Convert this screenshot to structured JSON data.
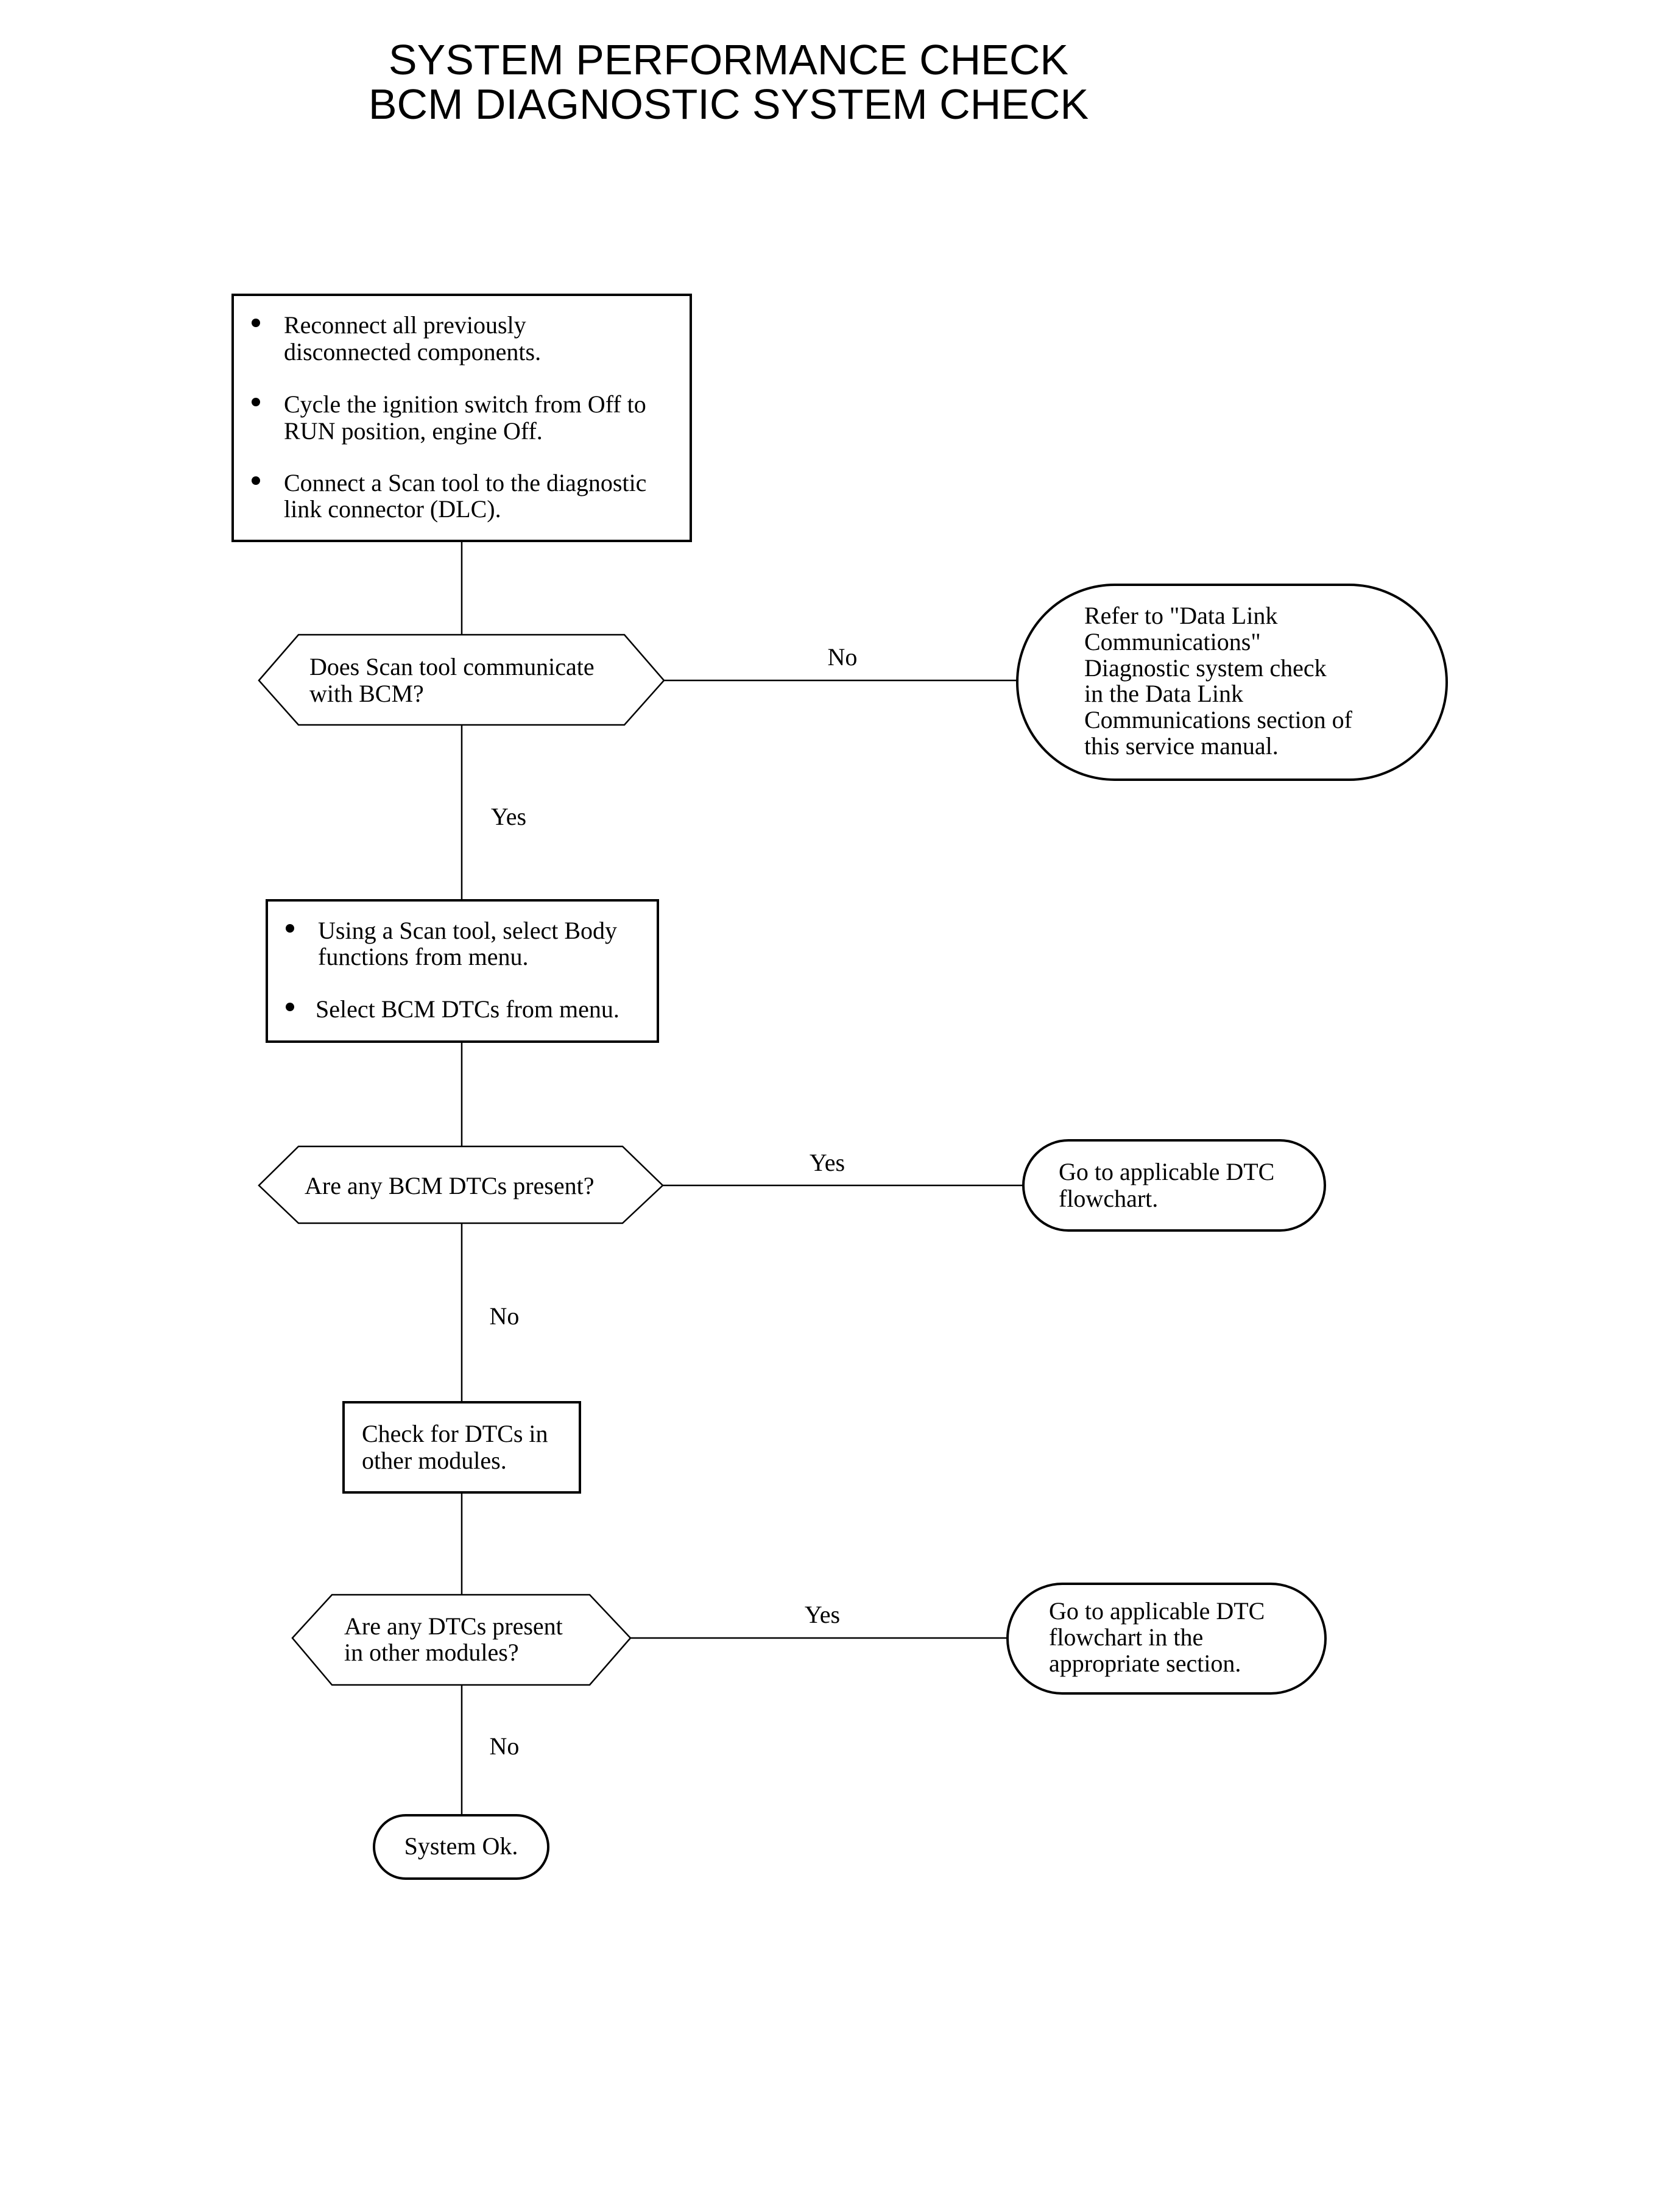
{
  "title": {
    "line1": "SYSTEM PERFORMANCE CHECK",
    "line2": "BCM DIAGNOSTIC SYSTEM CHECK"
  },
  "step1": {
    "bullets": [
      [
        "Reconnect all previously",
        "disconnected components."
      ],
      [
        "Cycle the ignition switch from Off to",
        "RUN position, engine Off."
      ],
      [
        "Connect a Scan tool to the diagnostic",
        "link connector (DLC)."
      ]
    ]
  },
  "decision1": {
    "lines": [
      "Does Scan tool communicate",
      "with BCM?"
    ],
    "no_label": "No",
    "yes_label": "Yes"
  },
  "terminal1": {
    "lines": [
      "Refer to \"Data Link",
      "Communications\"",
      "Diagnostic system check",
      "in the Data Link",
      "Communications section of",
      "this service manual."
    ]
  },
  "step2": {
    "bullets": [
      [
        "Using a Scan tool, select Body",
        "functions from menu."
      ],
      [
        "Select BCM DTCs from menu."
      ]
    ]
  },
  "decision2": {
    "lines": [
      "Are any BCM DTCs  present?"
    ],
    "yes_label": "Yes",
    "no_label": "No"
  },
  "terminal2": {
    "lines": [
      "Go to applicable DTC",
      "flowchart."
    ]
  },
  "step3": {
    "lines": [
      "Check for DTCs in",
      "other modules."
    ]
  },
  "decision3": {
    "lines": [
      "Are any DTCs present",
      "in other modules?"
    ],
    "yes_label": "Yes",
    "no_label": "No"
  },
  "terminal3": {
    "lines": [
      "Go to applicable DTC",
      "flowchart in the",
      "appropriate section."
    ]
  },
  "terminal4": {
    "lines": [
      "System Ok."
    ]
  }
}
